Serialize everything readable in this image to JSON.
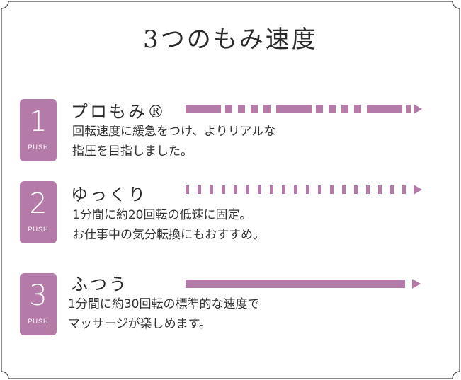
{
  "title": "3つのもみ速度",
  "modes": [
    {
      "number": "1",
      "push": "PUSH",
      "name": "プロもみ®",
      "desc1": "回転速度に緩急をつけ、よりリアルな",
      "desc2": "指圧を目指しました。",
      "pattern": "variable"
    },
    {
      "number": "2",
      "push": "PUSH",
      "name": "ゆっくり",
      "desc1": "1分間に約20回転の低速に固定。",
      "desc2": "お仕事中の気分転換にもおすすめ。",
      "pattern": "dotted"
    },
    {
      "number": "3",
      "push": "PUSH",
      "name": "ふつう",
      "desc1": "1分間に約30回転の標準的な速度で",
      "desc2": "マッサージが楽しめます。",
      "pattern": "solid"
    }
  ],
  "colors": {
    "accent": "#b57ba8",
    "text": "#2b2b2b",
    "frame": "#444444"
  }
}
